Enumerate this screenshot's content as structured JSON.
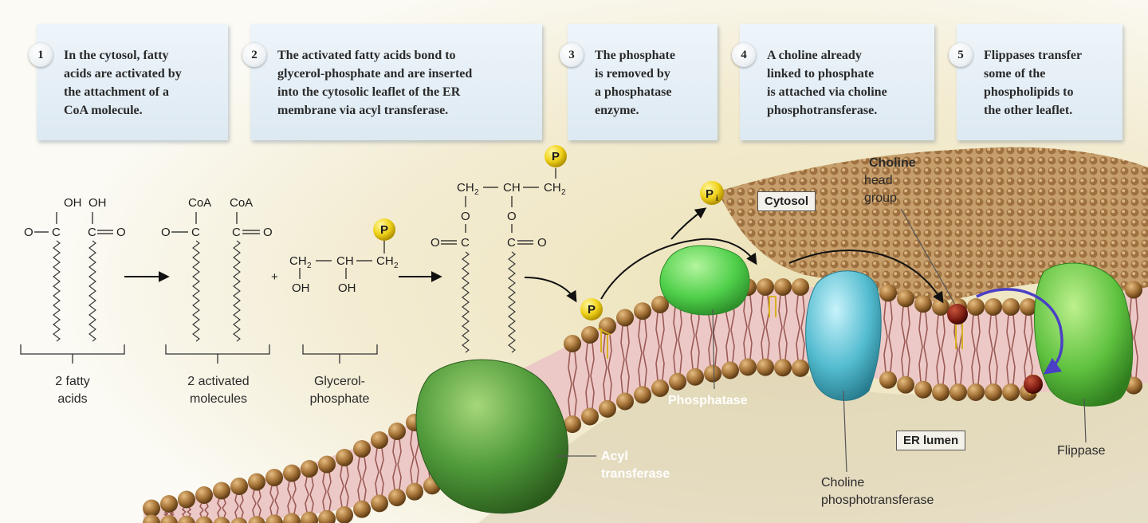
{
  "steps": [
    {
      "num": "1",
      "text": "In the cytosol, fatty\nacids are activated by\nthe attachment of a\nCoA molecule."
    },
    {
      "num": "2",
      "text": "The activated fatty acids bond to\nglycerol-phosphate and are inserted\ninto the cytosolic leaflet of the ER\nmembrane via acyl transferase."
    },
    {
      "num": "3",
      "text": "The phosphate\nis removed by\na phosphatase\nenzyme."
    },
    {
      "num": "4",
      "text": "A choline already\nlinked to phosphate\nis attached via choline\nphosphotransferase."
    },
    {
      "num": "5",
      "text": "Flippases transfer\nsome of the\nphospholipids to\nthe other leaflet."
    }
  ],
  "molecules": {
    "fatty_acids": "2 fatty\nacids",
    "activated": "2 activated\nmolecules",
    "glycerol_phosphate": "Glycerol-\nphosphate",
    "oh": "OH",
    "coa": "CoA",
    "o": "O",
    "c": "C",
    "ch2": "CH",
    "ch": "CH",
    "sub2": "2",
    "plus": "+",
    "phosphate": "P",
    "pi": "P",
    "pi_sub": "i"
  },
  "labels": {
    "cytosol": "Cytosol",
    "er_lumen": "ER lumen",
    "choline": "Choline",
    "head_group": "head\ngroup",
    "phosphatase": "Phosphatase",
    "acyl_transferase": "Acyl\ntransferase",
    "choline_phosphotransferase": "Choline\nphosphotransferase",
    "flippase": "Flippase"
  },
  "colors": {
    "lipid_head": "#9a6a2c",
    "membrane_interior": "#ecc9c6",
    "acyl_enzyme": "#4f9a3a",
    "phosphatase_enzyme": "#4fcf4a",
    "choline_enzyme": "#54bcd0",
    "flippase_enzyme": "#5fc23f",
    "phosphate": "#f0d21a",
    "choline_head": "#7a1a10",
    "flip_arrow": "#4a3fc6",
    "step_box": "#e3edf5"
  }
}
